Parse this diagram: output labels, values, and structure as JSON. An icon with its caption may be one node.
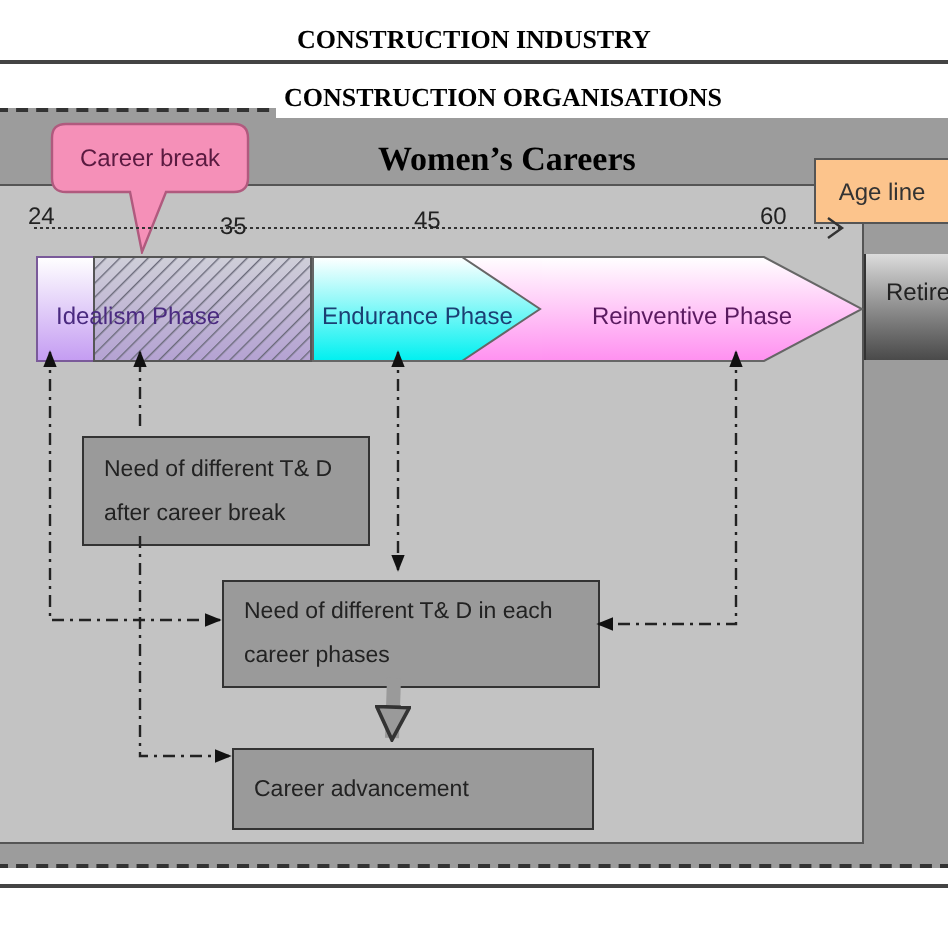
{
  "diagram": {
    "nodes": [
      {
        "text": [
          "CONSTRUCTION INDUSTRY"
        ]
      },
      {
        "text": [
          "CONSTRUCTION ORGANISATIONS"
        ],
        "in": 0
      },
      {
        "text": [
          "Women’s Careers"
        ],
        "in": 1
      },
      {
        "text": [
          "Career break"
        ],
        "in": 1
      },
      {
        "text": [
          "Age line"
        ],
        "in": 1
      },
      {
        "text": [
          "Idealism Phase"
        ],
        "in": 2
      },
      {
        "text": [
          "Endurance Phase"
        ],
        "in": 2
      },
      {
        "text": [
          "Reinventive Phase"
        ],
        "in": 2
      },
      {
        "text": [
          "Retire"
        ],
        "in": 1
      },
      {
        "text": [
          "Need of different T& D after career break"
        ],
        "in": 2
      },
      {
        "text": [
          "Need of different T& D in each career phases"
        ],
        "in": 2
      },
      {
        "text": [
          "Career advancement"
        ],
        "in": 2
      }
    ],
    "edges": [
      {
        "from": 9,
        "to": 5,
        "arrow": "to",
        "style": "dashed"
      },
      {
        "from": 9,
        "to": 11,
        "arrow": "to",
        "style": "dashed"
      },
      {
        "from": 5,
        "to": 10,
        "arrow": "both",
        "style": "dashed"
      },
      {
        "from": 6,
        "to": 10,
        "arrow": "both",
        "style": "dashed"
      },
      {
        "from": 7,
        "to": 10,
        "arrow": "both",
        "style": "dashed"
      },
      {
        "from": 10,
        "to": 11,
        "arrow": "to",
        "style": "thick",
        "color": "#9a9a9a"
      }
    ],
    "labels": [
      "24",
      "35",
      "45",
      "60"
    ]
  }
}
